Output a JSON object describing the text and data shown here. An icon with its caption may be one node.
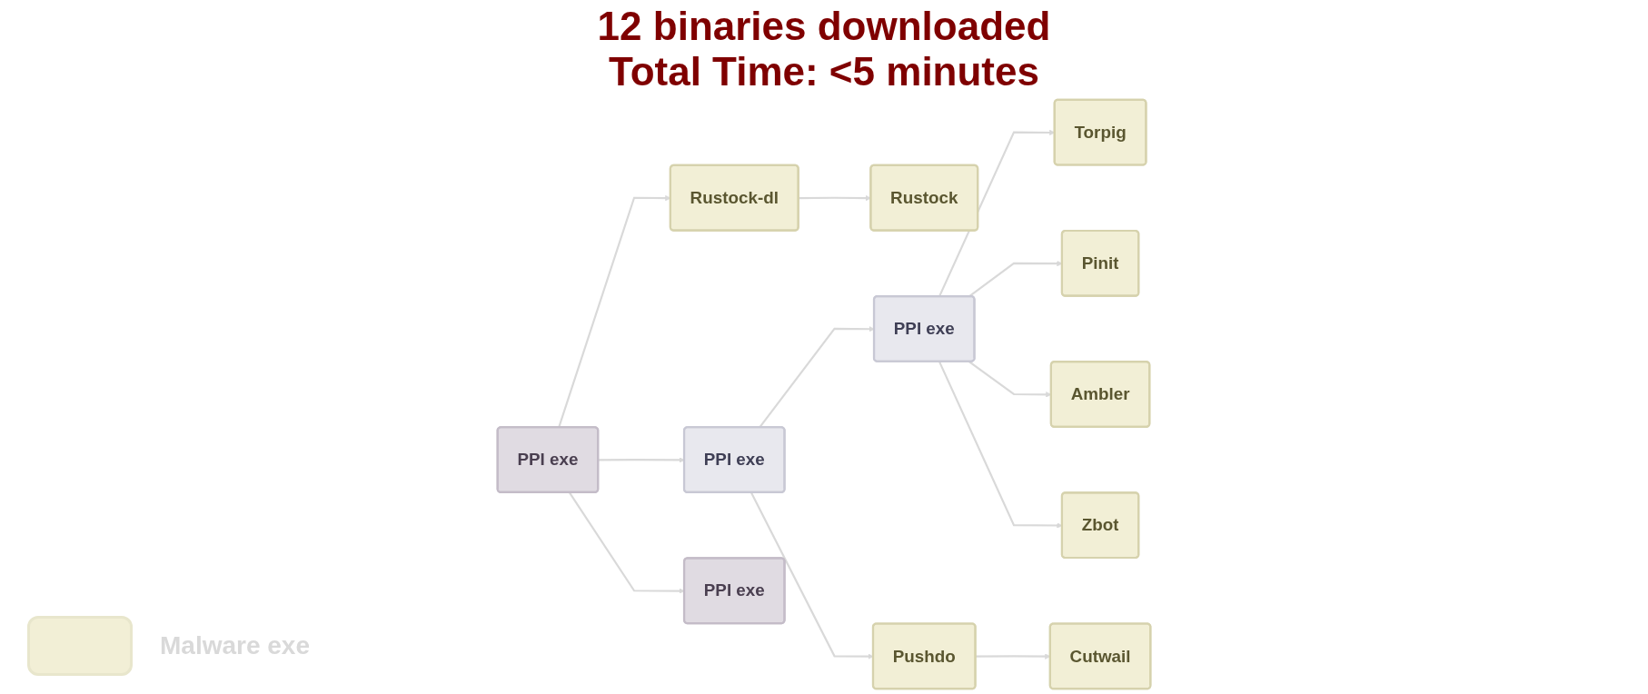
{
  "diagram": {
    "nodes": [
      {
        "text": [
          "PPI exe"
        ]
      },
      {
        "text": [
          "Rustock-dl"
        ]
      },
      {
        "text": [
          "PPI exe"
        ]
      },
      {
        "text": [
          "PPI exe"
        ]
      },
      {
        "text": [
          "Rustock"
        ]
      },
      {
        "text": [
          "PPI exe"
        ]
      },
      {
        "text": [
          "Pushdo"
        ]
      },
      {
        "text": [
          "Cutwail"
        ]
      },
      {
        "text": [
          "Torpig"
        ]
      },
      {
        "text": [
          "Pinit"
        ]
      },
      {
        "text": [
          "Ambler"
        ]
      },
      {
        "text": [
          "Zbot"
        ]
      }
    ],
    "edges": [
      {
        "from": 0,
        "to": 1,
        "arrow": "to"
      },
      {
        "from": 0,
        "to": 2,
        "arrow": "to"
      },
      {
        "from": 0,
        "to": 3,
        "arrow": "to"
      },
      {
        "from": 1,
        "to": 4,
        "arrow": "to"
      },
      {
        "from": 2,
        "to": 5,
        "arrow": "to"
      },
      {
        "from": 2,
        "to": 6,
        "arrow": "to"
      },
      {
        "from": 6,
        "to": 7,
        "arrow": "to"
      },
      {
        "from": 5,
        "to": 8,
        "arrow": "to"
      },
      {
        "from": 5,
        "to": 9,
        "arrow": "to"
      },
      {
        "from": 5,
        "to": 10,
        "arrow": "to"
      },
      {
        "from": 5,
        "to": 11,
        "arrow": "to"
      }
    ],
    "labels": [
      "12 binaries downloaded",
      "Total Time: <5 minutes"
    ],
    "legend": [
      {
        "text": "Malware exe",
        "color": "#f2efd6"
      }
    ]
  }
}
